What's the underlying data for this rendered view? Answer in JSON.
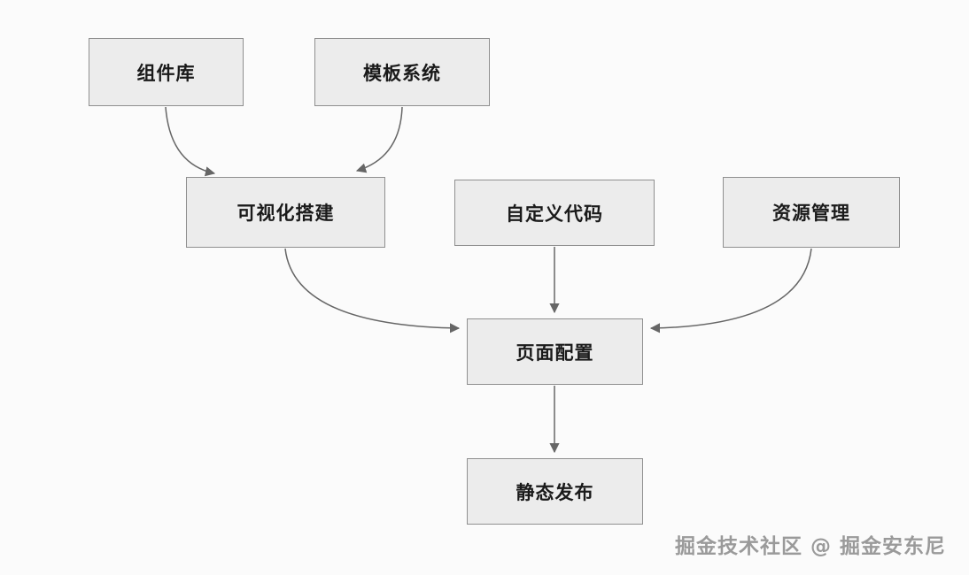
{
  "diagram": {
    "nodes": [
      {
        "id": "component-library",
        "label": "组件库"
      },
      {
        "id": "template-system",
        "label": "模板系统"
      },
      {
        "id": "visual-builder",
        "label": "可视化搭建"
      },
      {
        "id": "custom-code",
        "label": "自定义代码"
      },
      {
        "id": "resource-management",
        "label": "资源管理"
      },
      {
        "id": "page-config",
        "label": "页面配置"
      },
      {
        "id": "static-publish",
        "label": "静态发布"
      }
    ],
    "edges": [
      {
        "from": "component-library",
        "to": "visual-builder"
      },
      {
        "from": "template-system",
        "to": "visual-builder"
      },
      {
        "from": "visual-builder",
        "to": "page-config"
      },
      {
        "from": "custom-code",
        "to": "page-config"
      },
      {
        "from": "resource-management",
        "to": "page-config"
      },
      {
        "from": "page-config",
        "to": "static-publish"
      }
    ],
    "watermark": "掘金技术社区 @ 掘金安东尼",
    "colors": {
      "background": "#fbfbfb",
      "node_fill": "#ececec",
      "node_border": "#8f8f8f",
      "edge": "#666666",
      "text": "#1a1a1a",
      "watermark": "#9a9a9a"
    }
  }
}
